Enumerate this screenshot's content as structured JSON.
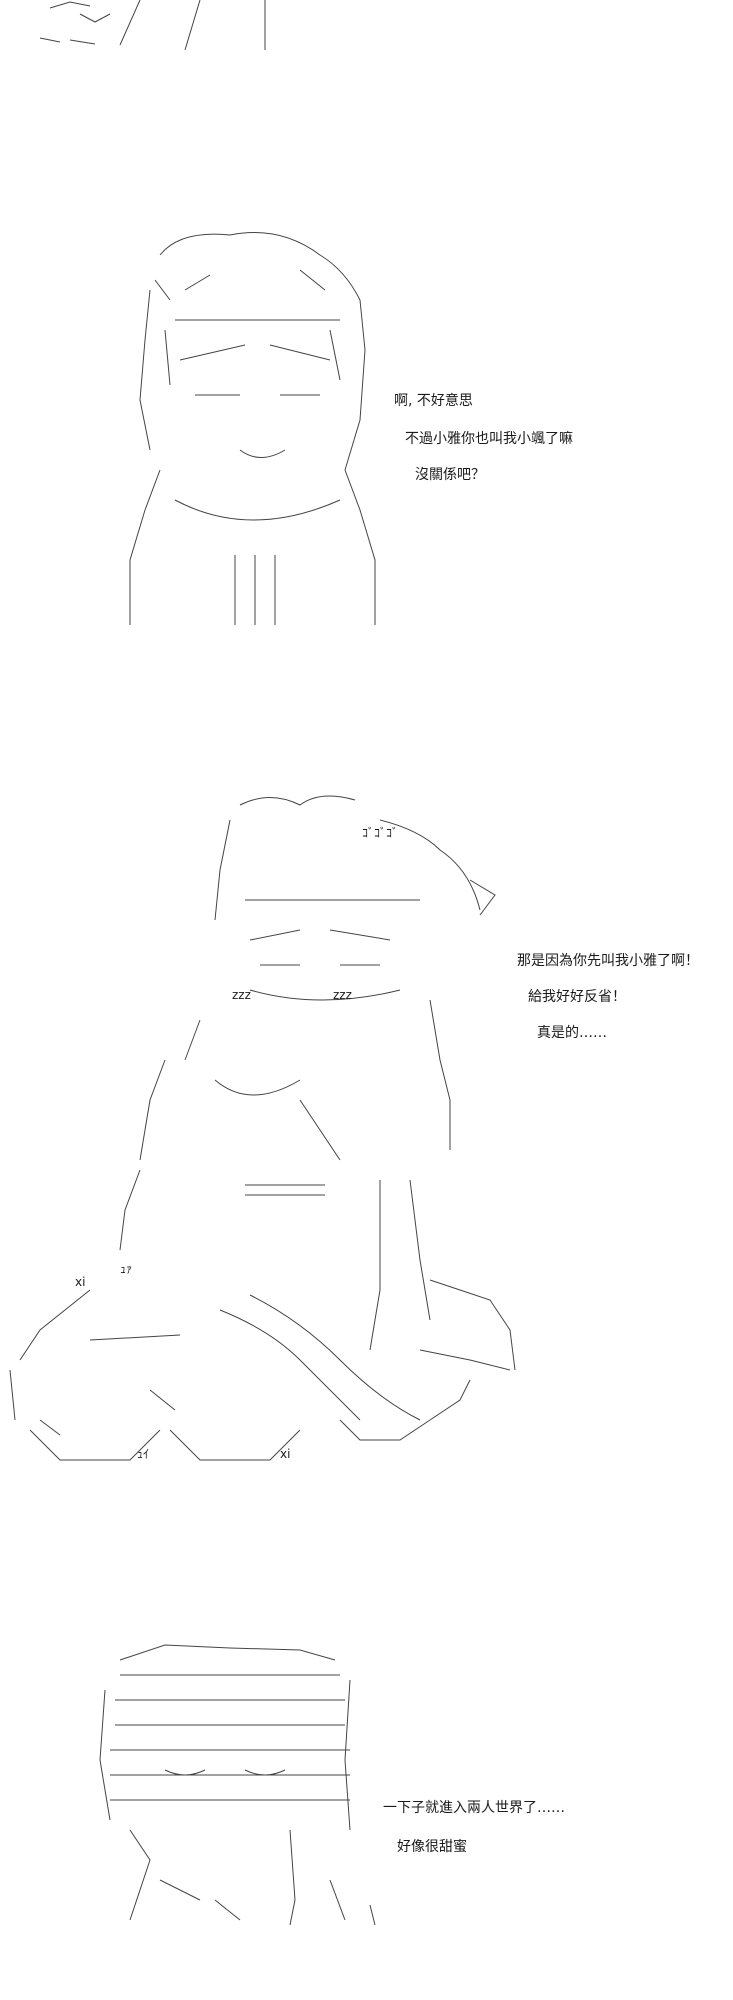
{
  "panels": [
    {
      "dialogue": [
        "啊, 不好意思",
        "不過小雅你也叫我小颯了嘛",
        "沒關係吧？"
      ]
    },
    {
      "dialogue": [
        "那是因為你先叫我小雅了啊！",
        "給我好好反省！",
        "真是的……"
      ],
      "art_labels": [
        "ｺﾞｺﾞｺﾞ",
        "zzz",
        "zzz",
        "xi",
        "ｭｲ",
        "xi",
        "ｭｧ"
      ]
    },
    {
      "dialogue": [
        "一下子就進入兩人世界了……",
        "好像很甜蜜"
      ]
    }
  ]
}
